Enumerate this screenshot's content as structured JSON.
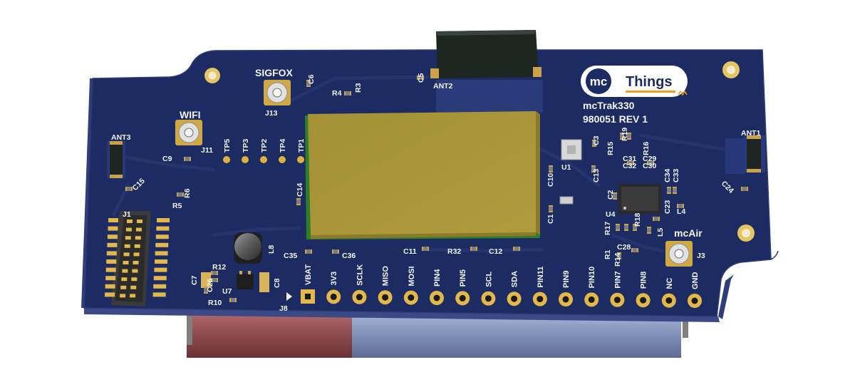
{
  "board": {
    "model": "mcTrak330",
    "part_rev": "980051 REV 1",
    "logo_mc": "mc",
    "logo_things": "Things",
    "antenna_labels": {
      "sigfox": "SIGFOX",
      "wifi": "WIFI",
      "mcair": "mcAir"
    },
    "connector_labels": {
      "j13": "J13",
      "j11": "J11",
      "j3": "J3",
      "j8": "J8",
      "j1": "J1"
    },
    "ant_labels": [
      "ANT1",
      "ANT2",
      "ANT3"
    ],
    "test_points": [
      "TP5",
      "TP3",
      "TP2",
      "TP4",
      "TP1"
    ],
    "header_pins": [
      "VBAT",
      "3V3",
      "SCLK",
      "MISO",
      "MOSI",
      "PIN4",
      "PIN5",
      "SCL",
      "SDA",
      "PIN11",
      "PIN9",
      "PIN10",
      "PIN7",
      "PIN8",
      "NC",
      "GND"
    ],
    "refs": {
      "c5": "C5",
      "c6": "C6",
      "r4": "R4",
      "r3": "R3",
      "c9": "C9",
      "c15": "C15",
      "r6": "R6",
      "r5": "R5",
      "c14": "C14",
      "u1": "U1",
      "c3": "C3",
      "r19": "R19",
      "r15": "R15",
      "r16": "R16",
      "c31": "C31",
      "c29": "C29",
      "c32": "C32",
      "c30": "C30",
      "c13": "C13",
      "c10": "C10",
      "c34": "C34",
      "c33": "C33",
      "c2": "C2",
      "u4": "U4",
      "c1": "C1",
      "r17": "R17",
      "r18": "R18",
      "l4": "L4",
      "l5": "L5",
      "c23": "C23",
      "c28": "C28",
      "r1": "R1",
      "r14": "R14",
      "c24": "C24",
      "c35": "C35",
      "c36": "C36",
      "c11": "C11",
      "r32": "R32",
      "c12": "C12",
      "l8": "L8",
      "r12": "R12",
      "c7": "C7",
      "c26": "C26",
      "u7": "U7",
      "c8": "C8",
      "r10": "R10"
    }
  },
  "colors": {
    "pcb": "#1c2b61",
    "pcb_edge": "#23346f",
    "silkscreen": "#f2f4f8",
    "gold": "#d8a93c",
    "module_shield": "#a99437",
    "battery_red": "#8a4a4c",
    "battery_blue": "#7e8fb8"
  }
}
